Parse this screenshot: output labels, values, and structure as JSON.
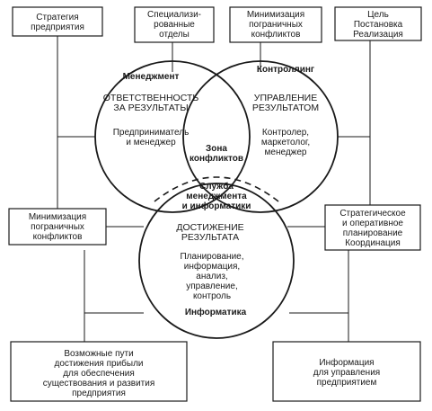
{
  "boxes": {
    "strategy": [
      "Стратегия",
      "предприятия"
    ],
    "specialized": [
      "Специализи-",
      "рованные",
      "отделы"
    ],
    "minimization_top": [
      "Минимизация",
      "пограничных",
      "конфликтов"
    ],
    "goal": [
      "Цель",
      "Постановка",
      "Реализация"
    ],
    "minimization_left": [
      "Минимизация",
      "пограничных",
      "конфликтов"
    ],
    "planning": [
      "Стратегическое",
      "и оперативное",
      "планирование",
      "Координация"
    ],
    "profit": [
      "Возможные пути",
      "достижения прибыли",
      "для обеспечения",
      "существования и развития",
      "предприятия"
    ],
    "information": [
      "Информация",
      "для управления",
      "предприятием"
    ]
  },
  "circles": {
    "management": {
      "title": "Менеджмент",
      "heading": [
        "ОТВЕТСТВЕННОСТЬ",
        "ЗА РЕЗУЛЬТАТЫ"
      ],
      "roles": [
        "Предприниматель",
        "и менеджер"
      ]
    },
    "controlling": {
      "title": "Контроллинг",
      "heading": [
        "УПРАВЛЕНИЕ",
        "РЕЗУЛЬТАТОМ"
      ],
      "roles": [
        "Контролер,",
        "маркетолог,",
        "менеджер"
      ]
    },
    "informatics": {
      "title": "Информатика",
      "heading": [
        "ДОСТИЖЕНИЕ",
        "РЕЗУЛЬТАТА"
      ],
      "functions": [
        "Планирование,",
        "информация,",
        "анализ,",
        "управление,",
        "контроль"
      ]
    }
  },
  "center": {
    "conflict_zone": [
      "Зона",
      "конфликтов"
    ],
    "service": [
      "Служба",
      "менеджмента",
      "и информатики"
    ]
  }
}
